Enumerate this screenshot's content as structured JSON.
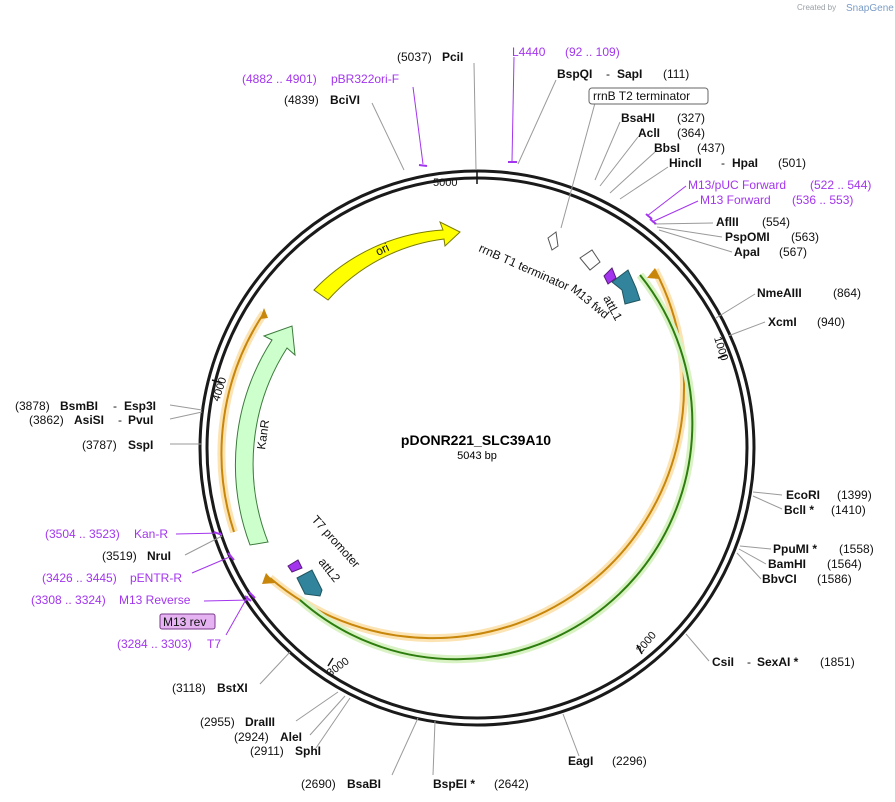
{
  "app": {
    "credit_prefix": "Created by",
    "credit_brand": "SnapGene"
  },
  "plasmid": {
    "name": "pDONR221_SLC39A10",
    "length_label": "5043 bp"
  },
  "ticks": [
    "1000",
    "2000",
    "3000",
    "4000",
    "5000"
  ],
  "features": {
    "ori": "ori",
    "kanr": "KanR",
    "attl1": "attL1",
    "attl2": "attL2",
    "m13_fwd": "M13 fwd",
    "rrnb_t1": "rrnB T1 terminator",
    "t7_promoter": "T7 promoter"
  },
  "sites": {
    "pcii": {
      "pos": "(5037)",
      "name": "PciI"
    },
    "l4440": {
      "name": "L4440",
      "range": "(92 .. 109)"
    },
    "bspqi_sapi": {
      "name": "BspQI",
      "sep": "-",
      "name2": "SapI",
      "pos": "(111)"
    },
    "rrnb_t2": {
      "name": "rrnB T2 terminator"
    },
    "pbr322": {
      "range": "(4882 .. 4901)",
      "name": "pBR322ori-F"
    },
    "bcivi": {
      "pos": "(4839)",
      "name": "BciVI"
    },
    "bsahi": {
      "name": "BsaHI",
      "pos": "(327)"
    },
    "acli": {
      "name": "AclI",
      "pos": "(364)"
    },
    "bbsi": {
      "name": "BbsI",
      "pos": "(437)"
    },
    "hincii_hpai": {
      "name": "HincII",
      "sep": "-",
      "name2": "HpaI",
      "pos": "(501)"
    },
    "m13puc": {
      "name": "M13/pUC Forward",
      "range": "(522 .. 544)"
    },
    "m13fwd": {
      "name": "M13 Forward",
      "range": "(536 .. 553)"
    },
    "aflii": {
      "name": "AflII",
      "pos": "(554)"
    },
    "pspomi": {
      "name": "PspOMI",
      "pos": "(563)"
    },
    "apai": {
      "name": "ApaI",
      "pos": "(567)"
    },
    "nmeaiii": {
      "name": "NmeAIII",
      "pos": "(864)"
    },
    "xcmi": {
      "name": "XcmI",
      "pos": "(940)"
    },
    "ecori": {
      "name": "EcoRI",
      "pos": "(1399)"
    },
    "bcli": {
      "name": "BclI *",
      "pos": "(1410)"
    },
    "ppumi": {
      "name": "PpuMI *",
      "pos": "(1558)"
    },
    "bamhi": {
      "name": "BamHI",
      "pos": "(1564)"
    },
    "bbvci": {
      "name": "BbvCI",
      "pos": "(1586)"
    },
    "csii_sexai": {
      "name": "CsiI",
      "sep": "-",
      "name2": "SexAI *",
      "pos": "(1851)"
    },
    "eagi": {
      "name": "EagI",
      "pos": "(2296)"
    },
    "bspei": {
      "pos": "(2642)",
      "name": "BspEI *"
    },
    "bsabi": {
      "pos": "(2690)",
      "name": "BsaBI"
    },
    "sphi": {
      "pos": "(2911)",
      "name": "SphI"
    },
    "alei": {
      "pos": "(2924)",
      "name": "AleI"
    },
    "draiii": {
      "pos": "(2955)",
      "name": "DraIII"
    },
    "bstxi": {
      "pos": "(3118)",
      "name": "BstXI"
    },
    "t7": {
      "range": "(3284 .. 3303)",
      "name": "T7"
    },
    "m13rev_box": {
      "name": "M13 rev"
    },
    "m13reverse": {
      "range": "(3308 .. 3324)",
      "name": "M13 Reverse"
    },
    "pentr": {
      "range": "(3426 .. 3445)",
      "name": "pENTR-R"
    },
    "nrui": {
      "pos": "(3519)",
      "name": "NruI"
    },
    "kan_r": {
      "range": "(3504 .. 3523)",
      "name": "Kan-R"
    },
    "sspi": {
      "pos": "(3787)",
      "name": "SspI"
    },
    "asisi_pvui": {
      "pos": "(3862)",
      "name": "AsiSI",
      "sep": "-",
      "name2": "PvuI"
    },
    "bsmbi_esp3i": {
      "pos": "(3878)",
      "name": "BsmBI",
      "sep": "-",
      "name2": "Esp3I"
    }
  },
  "colors": {
    "ori": "#ffff00",
    "kanr": "#ccffcc",
    "att": "#31849b",
    "primer": "#a335ee",
    "orange_track": "#c8860a",
    "green_track": "#2e7d0f"
  }
}
